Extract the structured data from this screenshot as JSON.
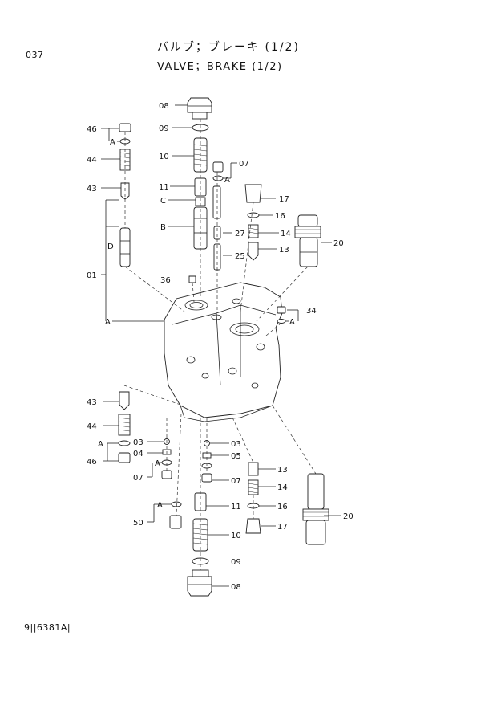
{
  "header": {
    "page_number": "037",
    "title_jp": "バルブ；ブレーキ (1/2)",
    "title_en": "VALVE；BRAKE (1/2)"
  },
  "footer": {
    "doc_code": "9||6381A|"
  },
  "callouts": {
    "c08_top": "08",
    "c09_top": "09",
    "c10_top": "10",
    "c11_top": "11",
    "c07_top": "07",
    "cA_07_top": "A",
    "c46_top": "46",
    "cA_46_top": "A",
    "c44_top": "44",
    "c43_top": "43",
    "cC": "C",
    "cB": "B",
    "cD": "D",
    "c01": "01",
    "c36": "36",
    "cA_body": "A",
    "c17_top": "17",
    "c16_top": "16",
    "c27": "27",
    "c14_top": "14",
    "c25": "25",
    "c13_top": "13",
    "c20_top": "20",
    "c34": "34",
    "cA_34": "A",
    "c43_bot": "43",
    "c44_bot": "44",
    "cA_46_bot": "A",
    "c03_left": "03",
    "c04": "04",
    "c46_bot": "46",
    "cA_07_bot": "A",
    "c07_bot_left": "07",
    "c03_right": "03",
    "c05": "05",
    "c13_bot": "13",
    "c07_bot_right": "07",
    "c14_bot": "14",
    "c20_bot": "20",
    "cA_50": "A",
    "c50": "50",
    "c11_bot": "11",
    "c16_bot": "16",
    "c17_bot": "17",
    "c10_bot": "10",
    "c09_bot": "09",
    "c08_bot": "08"
  }
}
